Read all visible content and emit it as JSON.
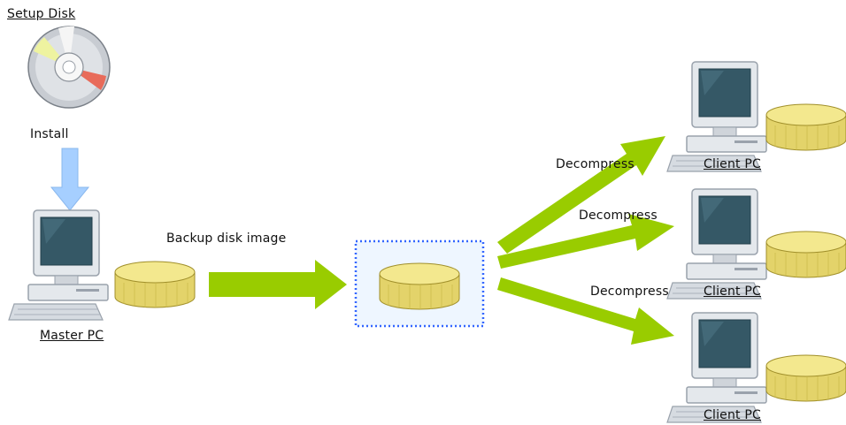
{
  "labels": {
    "setup_disk": "Setup Disk",
    "install": "Install",
    "master_pc": "Master PC",
    "backup": "Backup disk image",
    "decompress": "Decompress",
    "client_pc": "Client PC"
  },
  "icons": {
    "setup": "cd-disc-icon",
    "master": "desktop-computer-icon",
    "disk": "hard-disk-icon",
    "client": "desktop-computer-icon"
  },
  "colors": {
    "arrow_green": "#99cc00",
    "install_arrow": "#a6cfff",
    "disk_yellow": "#f0e68c",
    "image_box_border": "#3366ff",
    "image_box_fill": "#eef6ff"
  }
}
